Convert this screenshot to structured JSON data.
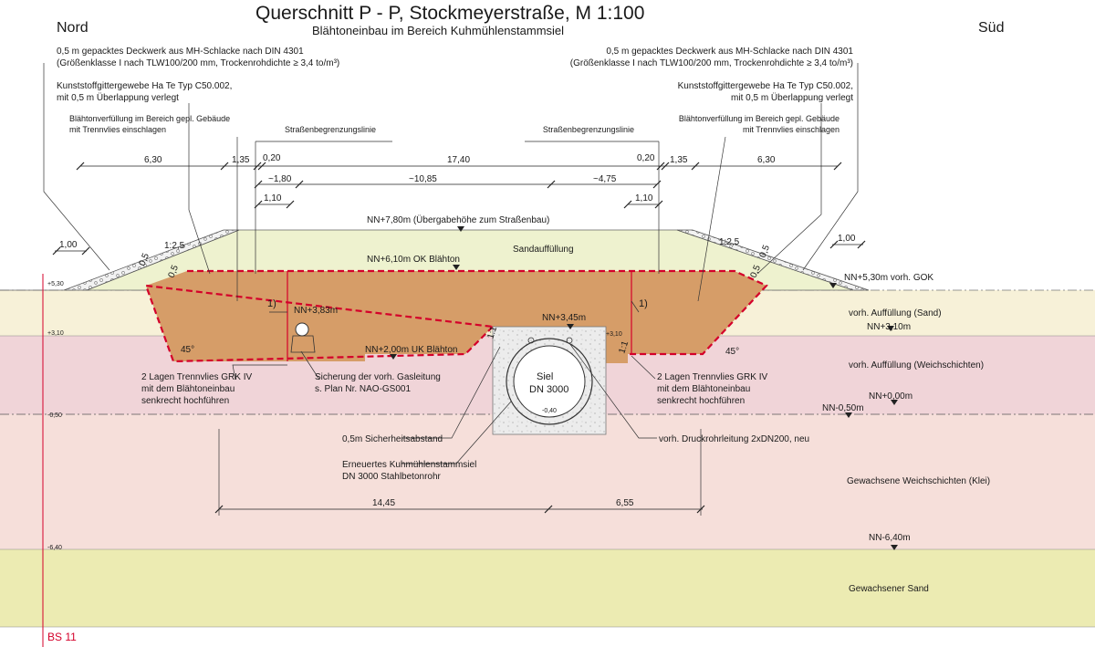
{
  "header": {
    "title": "Querschnitt P - P, Stockmeyerstraße,   M 1:100",
    "subtitle": "Blähtoneinbau im Bereich Kuhmühlenstammsiel",
    "left_direction": "Nord",
    "right_direction": "Süd"
  },
  "notes": {
    "deckwerk_line1": "0,5 m gepacktes Deckwerk aus MH-Schlacke nach DIN 4301",
    "deckwerk_line2": "(Größenklasse I nach TLW100/200 mm, Trockenrohdichte ≥ 3,4 to/m³)",
    "gitter_line1": "Kunststoffgittergewebe Ha Te Typ C50.002,",
    "gitter_line2": "mit 0,5 m Überlappung verlegt",
    "blaehton_line1": "Blähtonverfüllung im Bereich gepl. Gebäude",
    "blaehton_line2": "mit Trennvlies einschlagen",
    "strassen": "Straßenbegrenzungslinie"
  },
  "dimensions": {
    "d630": "6,30",
    "d135": "1,35",
    "d020": "0,20",
    "d1740": "17,40",
    "d180": "~1,80",
    "d1085": "~10,85",
    "d475": "~4,75",
    "d110": "1,10",
    "d100": "1,00",
    "slope": "1:2,5",
    "d05": "0,5",
    "one_one": "1:1",
    "d1445": "14,45",
    "d655": "6,55",
    "angle": "45°",
    "marker": "1)"
  },
  "levels": {
    "nn780": "NN+7,80m (Übergabehöhe zum Straßenbau)",
    "nn610": "NN+6,10m OK Blähton",
    "nn530": "NN+5,30m vorh. GOK",
    "nn383": "NN+3,83m",
    "nn345": "NN+3,45m",
    "nn310": "NN+3,10m",
    "nn200": "NN+2,00m UK Blähton",
    "nn000": "NN+0,00m",
    "nn050": "NN-0,50m",
    "nn640": "NN-6,40m",
    "p310": "+3,10",
    "m040": "-0,40"
  },
  "scale_marks": {
    "s530": "+5,30",
    "s310": "+3,10",
    "m050": "-0,50",
    "m640": "-6,40",
    "bs": "BS 11"
  },
  "layers": {
    "sand": "Sandauffüllung",
    "auffuellung_sand": "vorh. Auffüllung (Sand)",
    "auffuellung_weich": "vorh. Auffüllung (Weichschichten)",
    "weich_klei": "Gewachsene Weichschichten (Klei)",
    "gew_sand": "Gewachsener Sand"
  },
  "labels": {
    "trennvlies_line1": "2 Lagen Trennvlies GRK IV",
    "trennvlies_line2": "mit dem Blähtoneinbau",
    "trennvlies_line3": "senkrecht hochführen",
    "gas_line1": "Sicherung der vorh. Gasleitung",
    "gas_line2": "s. Plan Nr. NAO-GS001",
    "sicherheit": "0,5m Sicherheitsabstand",
    "siel_line1": "Erneuertes Kuhmühlenstammsiel",
    "siel_line2": "DN 3000 Stahlbetonrohr",
    "druckrohr": "vorh. Druckrohrleitung 2xDN200, neu",
    "siel_name": "Siel",
    "siel_dn": "DN 3000"
  },
  "colors": {
    "blaehton": "#d69d68",
    "sandfill": "#eef2cf",
    "auffuellung_sand": "#f7f1d8",
    "weichschicht": "#f0d4d8",
    "klei": "#f6dfda",
    "gew_sand": "#ecebb2",
    "red": "#d4002a",
    "concrete": "#e9e9e9"
  }
}
